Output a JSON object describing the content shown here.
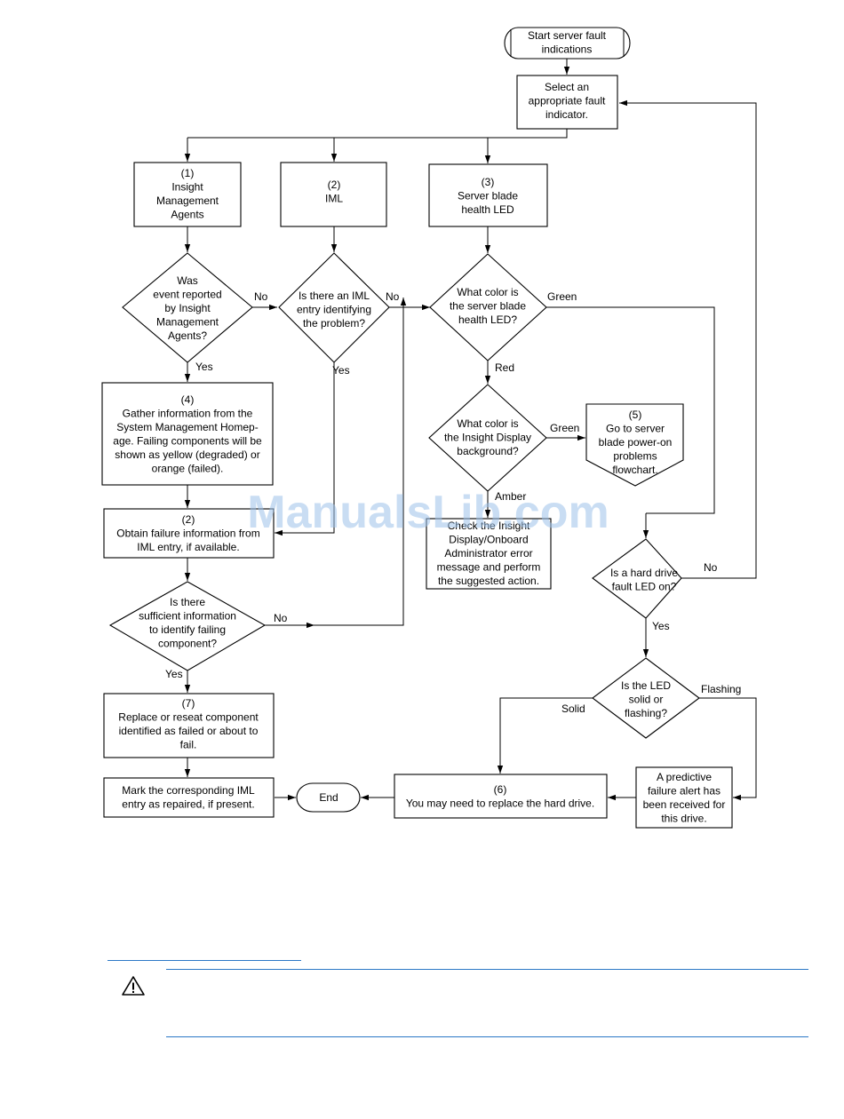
{
  "flowchart": {
    "nodes": {
      "start": [
        "Start server fault",
        "indications"
      ],
      "select": [
        "Select an",
        "appropriate fault",
        "indicator."
      ],
      "n1_agents": [
        "(1)",
        "Insight",
        "Management",
        "Agents"
      ],
      "n2_iml": [
        "(2)",
        "IML"
      ],
      "n3_led": [
        "(3)",
        "Server blade",
        "health LED"
      ],
      "q_reported": [
        "Was",
        "event reported",
        "by Insight",
        "Management",
        "Agents?"
      ],
      "q_iml_entry": [
        "Is there an IML",
        "entry identifying",
        "the problem?"
      ],
      "q_led_color": [
        "What color is",
        "the server blade",
        "health LED?"
      ],
      "n4_gather": [
        "(4)",
        "Gather information from the",
        "System Management Homep-",
        "age. Failing components will be",
        "shown as yellow (degraded) or",
        "orange (failed)."
      ],
      "q_display_bg": [
        "What color is",
        "the Insight Display",
        "background?"
      ],
      "n5_poweron": [
        "(5)",
        "Go to server",
        "blade power-on",
        "problems",
        "flowchart."
      ],
      "n2_obtain": [
        "(2)",
        "Obtain failure information from",
        "IML entry, if available."
      ],
      "check_display": [
        "Check the Insight",
        "Display/Onboard",
        "Administrator error",
        "message and perform",
        "the suggested action."
      ],
      "q_hdd_led": [
        "Is a hard drive",
        "fault LED on?"
      ],
      "q_sufficient": [
        "Is there",
        "sufficient information",
        "to identify failing",
        "component?"
      ],
      "q_solid": [
        "Is the LED",
        "solid or",
        "flashing?"
      ],
      "n7_replace": [
        "(7)",
        "Replace or reseat component",
        "identified as failed or about to",
        "fail."
      ],
      "mark": [
        "Mark the corresponding IML",
        "entry as repaired, if present."
      ],
      "end": [
        "End"
      ],
      "n6_hdd": [
        "(6)",
        "You may need to replace the hard drive."
      ],
      "predictive": [
        "A predictive",
        "failure alert has",
        "been received for",
        "this drive."
      ]
    },
    "edge_labels": {
      "reported_no": "No",
      "reported_yes": "Yes",
      "iml_no": "No",
      "iml_yes": "Yes",
      "led_green": "Green",
      "led_red": "Red",
      "display_green": "Green",
      "display_amber": "Amber",
      "hdd_no": "No",
      "hdd_yes": "Yes",
      "sufficient_no": "No",
      "sufficient_yes": "Yes",
      "solid": "Solid",
      "flashing": "Flashing"
    }
  },
  "watermark": "ManualsLib.com",
  "warning_icon": "warning-triangle-icon",
  "colors": {
    "rule": "#2b78c6",
    "watermark": "#9ec3ea"
  }
}
